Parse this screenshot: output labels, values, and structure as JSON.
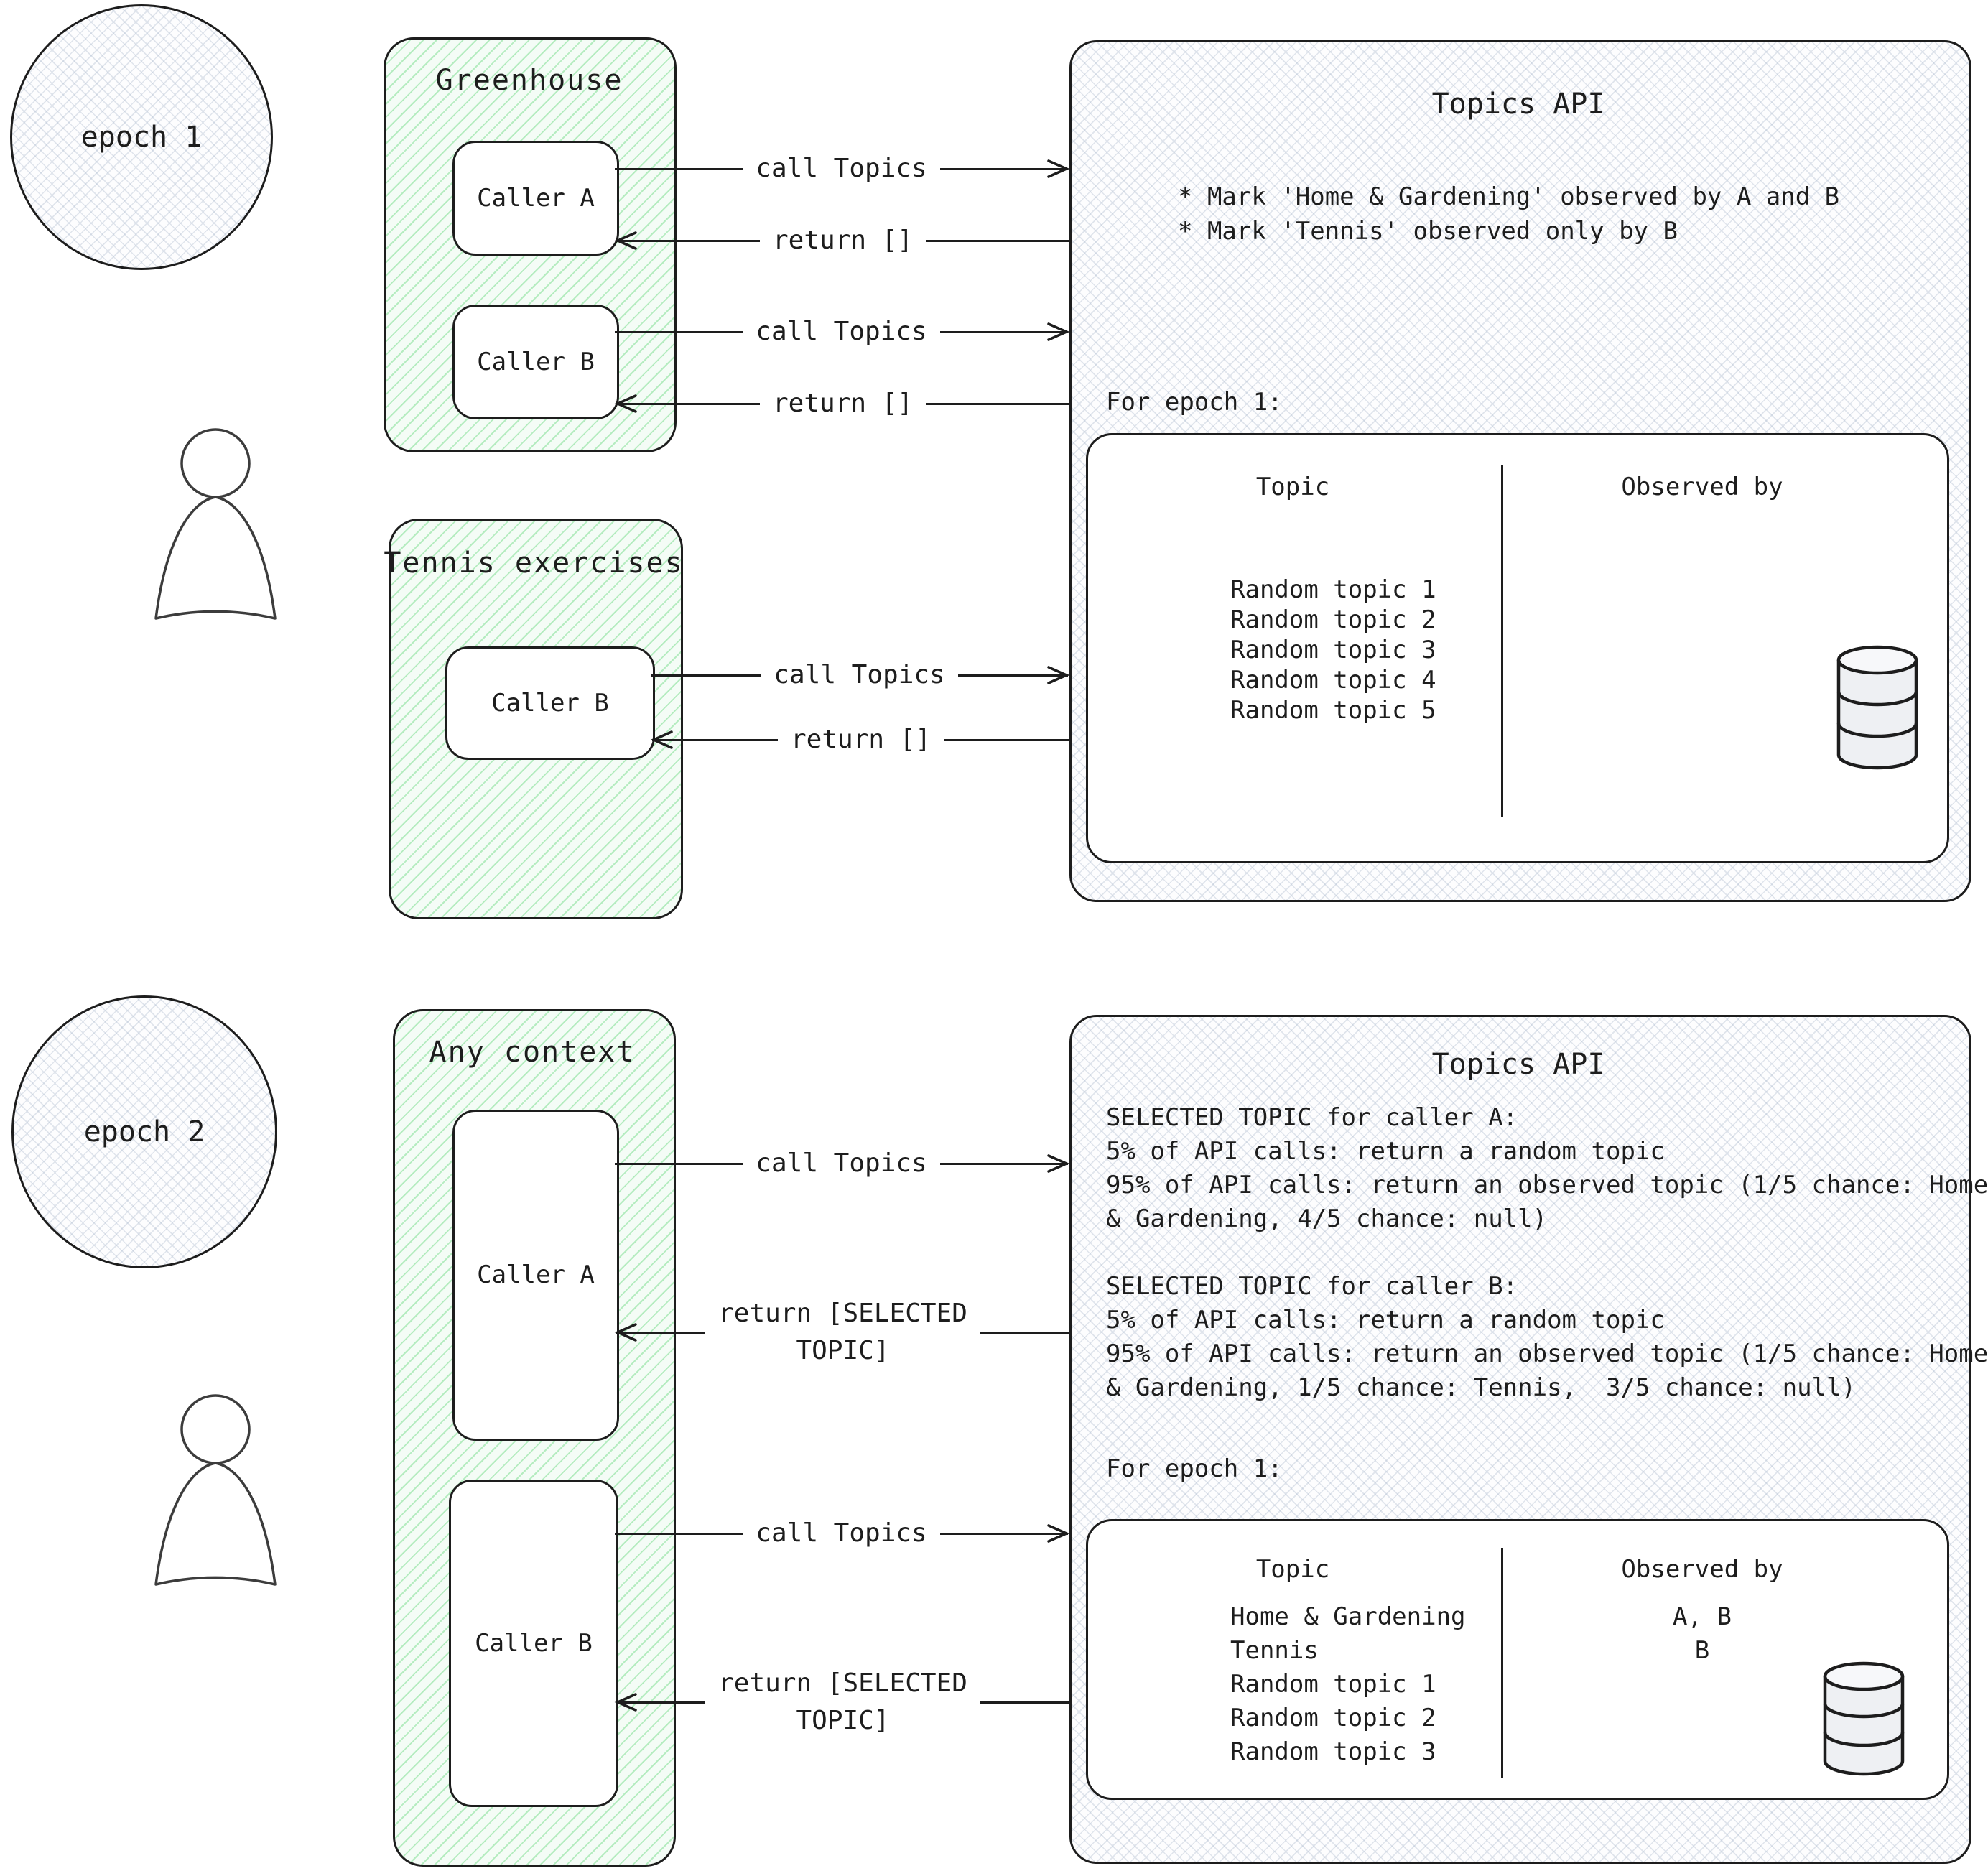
{
  "colors": {
    "stroke": "#1d1d1d",
    "green_fill": "#f4fcf6",
    "green_hatch": "#76dd8a",
    "gray_fill": "#fdfdfe",
    "gray_hatch": "#b0bdd0"
  },
  "arrow_labels": {
    "call": "call Topics",
    "return_empty": "return []",
    "return_selected_l1": "return [SELECTED",
    "return_selected_l2": "TOPIC]"
  },
  "epoch1": {
    "label": "epoch 1",
    "greenhouse": {
      "title": "Greenhouse",
      "caller_a": "Caller A",
      "caller_b": "Caller B"
    },
    "tennis": {
      "title": "Tennis exercises",
      "caller_b": "Caller B"
    },
    "api": {
      "title": "Topics API",
      "note_1": "* Mark 'Home & Gardening' observed by A and B",
      "note_2": "* Mark 'Tennis' observed only by B",
      "epoch_heading": "For epoch 1:",
      "table": {
        "topic_header": "Topic",
        "observed_header": "Observed by",
        "rows": [
          {
            "topic": "Random topic 1",
            "observed": ""
          },
          {
            "topic": "Random topic 2",
            "observed": ""
          },
          {
            "topic": "Random topic 3",
            "observed": ""
          },
          {
            "topic": "Random topic 4",
            "observed": ""
          },
          {
            "topic": "Random topic 5",
            "observed": ""
          }
        ]
      }
    }
  },
  "epoch2": {
    "label": "epoch 2",
    "any_context": {
      "title": "Any context",
      "caller_a": "Caller A",
      "caller_b": "Caller B"
    },
    "api": {
      "title": "Topics API",
      "selection_rules": [
        "SELECTED TOPIC for caller A:",
        "5% of API calls: return a random topic",
        "95% of API calls: return an observed topic (1/5 chance: Home",
        "& Gardening, 4/5 chance: null)",
        "",
        "SELECTED TOPIC for caller B:",
        "5% of API calls: return a random topic",
        "95% of API calls: return an observed topic (1/5 chance: Home",
        "& Gardening, 1/5 chance: Tennis,  3/5 chance: null)"
      ],
      "epoch_heading": "For epoch 1:",
      "table": {
        "topic_header": "Topic",
        "observed_header": "Observed by",
        "rows": [
          {
            "topic": "Home & Gardening",
            "observed": "A, B"
          },
          {
            "topic": "Tennis",
            "observed": "B"
          },
          {
            "topic": "Random topic 1",
            "observed": ""
          },
          {
            "topic": "Random topic 2",
            "observed": ""
          },
          {
            "topic": "Random topic 3",
            "observed": ""
          }
        ]
      }
    }
  }
}
